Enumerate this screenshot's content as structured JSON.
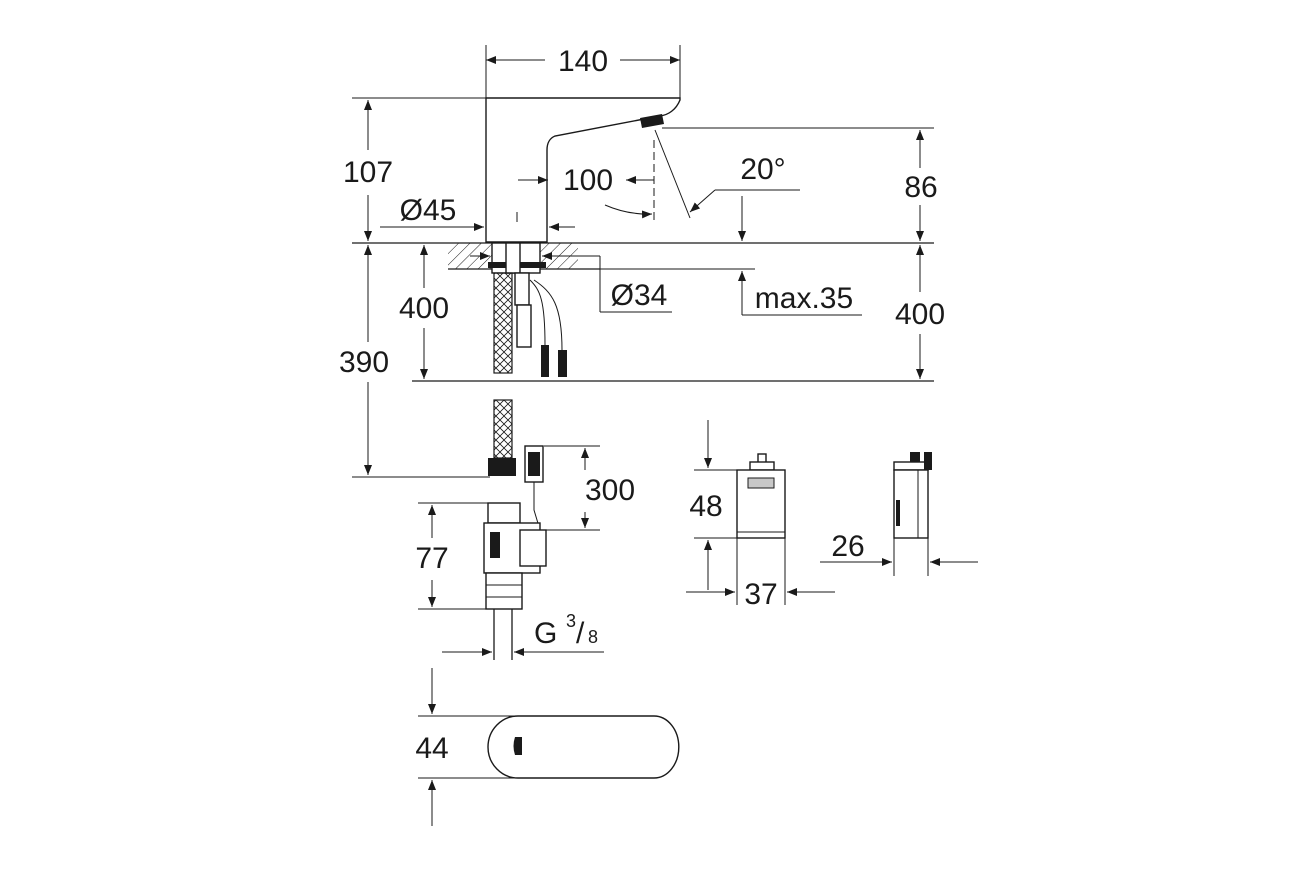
{
  "diagram": {
    "dimensions": {
      "spout_reach_total": "140",
      "height_above_deck": "107",
      "spout_reach": "100",
      "spout_angle": "20°",
      "outlet_height": "86",
      "body_diameter": "Ø45",
      "hole_diameter": "Ø34",
      "max_deck_thickness": "max.35",
      "hose_length_left": "400",
      "hose_length_right": "400",
      "cable_length": "390",
      "cable_to_valve": "300",
      "valve_height": "77",
      "thread_letter": "G",
      "thread_numerator": "3",
      "thread_denominator": "8",
      "box_height": "48",
      "box_width": "37",
      "box_depth": "26",
      "top_view_width": "44"
    }
  }
}
